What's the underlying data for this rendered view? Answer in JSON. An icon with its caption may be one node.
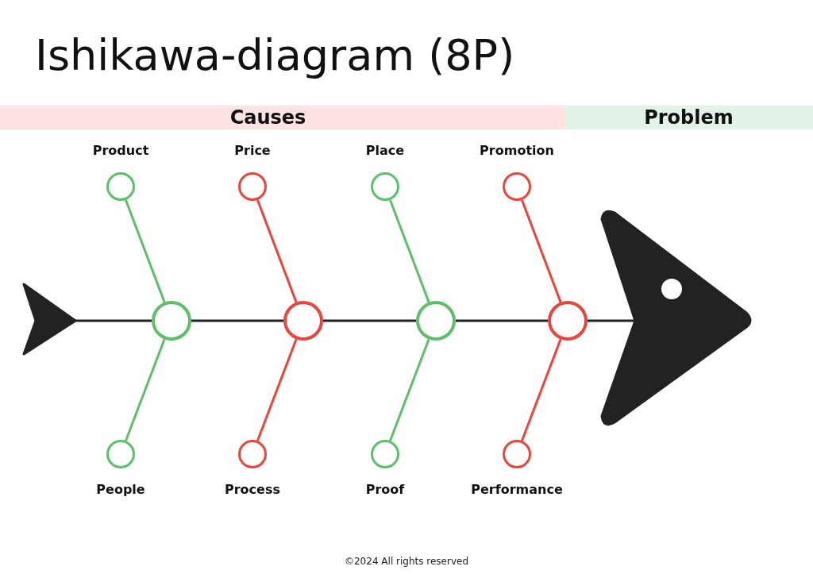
{
  "diagram": {
    "title": "Ishikawa-diagram (8P)",
    "caption": "©2024 All rights reserved",
    "nodes": [
      {
        "text": [
          "Causes"
        ]
      },
      {
        "text": [
          "Problem"
        ]
      },
      {
        "text": [],
        "shape": "circle",
        "beside": [
          "Product"
        ]
      },
      {
        "text": [],
        "shape": "circle",
        "beside": [
          "Price"
        ]
      },
      {
        "text": [],
        "shape": "circle",
        "beside": [
          "Place"
        ]
      },
      {
        "text": [],
        "shape": "circle",
        "beside": [
          "Promotion"
        ]
      },
      {
        "text": [],
        "shape": "triangle"
      },
      {
        "text": [],
        "shape": "circle"
      },
      {
        "text": [],
        "shape": "circle"
      },
      {
        "text": [],
        "shape": "circle"
      },
      {
        "text": [],
        "shape": "circle"
      },
      {
        "text": [],
        "shape": "triangle"
      },
      {
        "text": [],
        "shape": "circle",
        "beside": [
          "People"
        ]
      },
      {
        "text": [],
        "shape": "circle",
        "beside": [
          "Process"
        ]
      },
      {
        "text": [],
        "shape": "circle",
        "beside": [
          "Proof"
        ]
      },
      {
        "text": [],
        "shape": "circle",
        "beside": [
          "Performance"
        ]
      }
    ],
    "edges": [
      {
        "from": 6,
        "to": 7,
        "arrow": "none"
      },
      {
        "from": 7,
        "to": 8,
        "arrow": "none"
      },
      {
        "from": 8,
        "to": 9,
        "arrow": "none"
      },
      {
        "from": 9,
        "to": 10,
        "arrow": "none"
      },
      {
        "from": 10,
        "to": 11,
        "arrow": "none"
      },
      {
        "from": 2,
        "to": 7,
        "arrow": "none",
        "color": "#5dbf6a"
      },
      {
        "from": 3,
        "to": 8,
        "arrow": "none",
        "color": "#e8453c"
      },
      {
        "from": 4,
        "to": 9,
        "arrow": "none",
        "color": "#5dbf6a"
      },
      {
        "from": 5,
        "to": 10,
        "arrow": "none",
        "color": "#e8453c"
      },
      {
        "from": 12,
        "to": 7,
        "arrow": "none",
        "color": "#5dbf6a"
      },
      {
        "from": 13,
        "to": 8,
        "arrow": "none",
        "color": "#e8453c"
      },
      {
        "from": 14,
        "to": 9,
        "arrow": "none",
        "color": "#5dbf6a"
      },
      {
        "from": 15,
        "to": 10,
        "arrow": "none",
        "color": "#e8453c"
      }
    ]
  }
}
